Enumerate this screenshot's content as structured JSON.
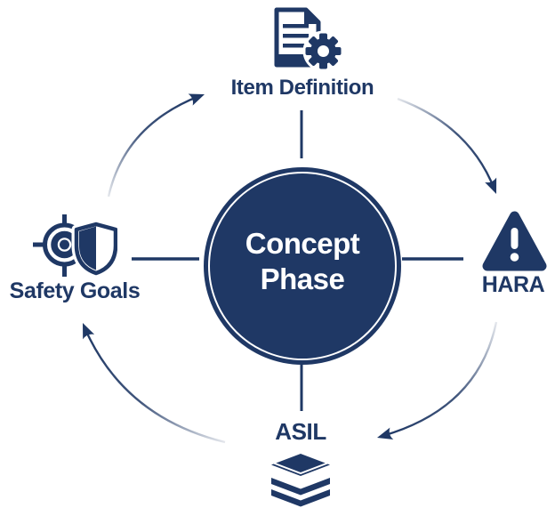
{
  "diagram": {
    "type": "cycle",
    "center": {
      "label": "Concept Phase"
    },
    "colors": {
      "navy": "#1f3865",
      "background": "#ffffff",
      "text_on_navy": "#ffffff"
    },
    "nodes": [
      {
        "id": "item-definition",
        "label": "Item Definition",
        "icon": "document-gear-icon",
        "position": "top"
      },
      {
        "id": "hara",
        "label": "HARA",
        "icon": "warning-triangle-icon",
        "position": "right"
      },
      {
        "id": "asil",
        "label": "ASIL",
        "icon": "layers-stack-icon",
        "position": "bottom"
      },
      {
        "id": "safety-goals",
        "label": "Safety Goals",
        "icon": "target-shield-icon",
        "position": "left"
      }
    ],
    "flow_order": [
      "Item Definition",
      "HARA",
      "ASIL",
      "Safety Goals"
    ],
    "flow_direction": "clockwise"
  }
}
